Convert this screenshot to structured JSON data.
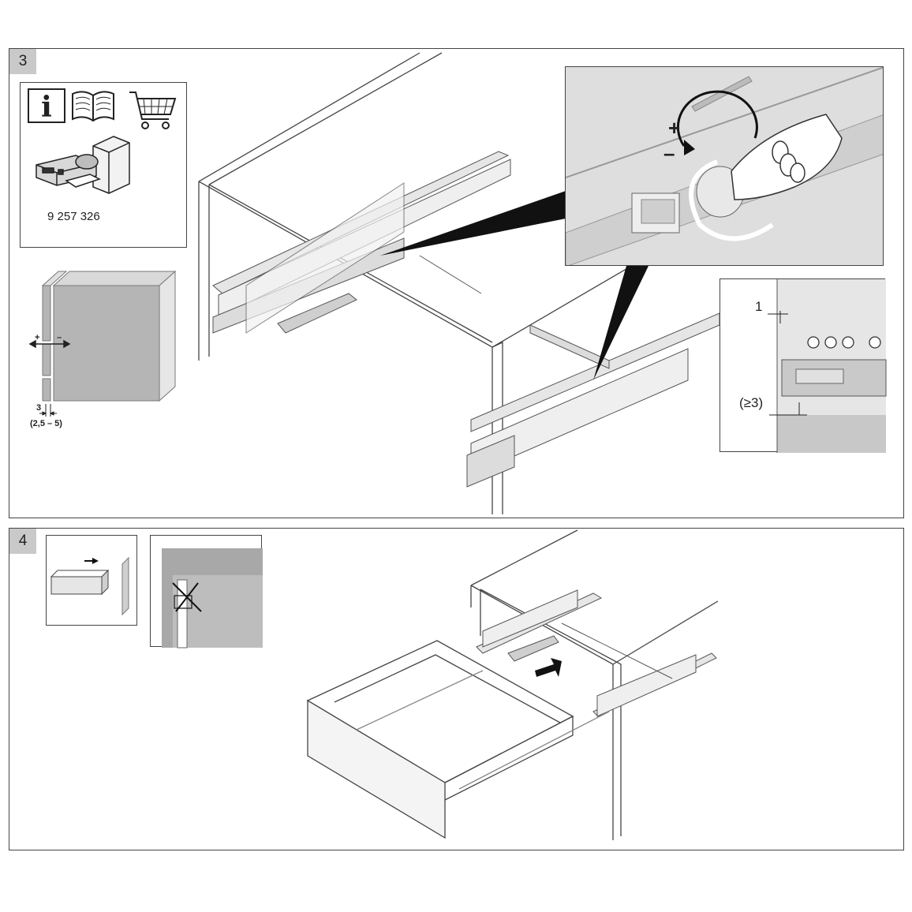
{
  "step3": {
    "number": "3",
    "info_box": {
      "article_number": "9 257 326"
    },
    "gap_detail": {
      "plus": "+",
      "minus": "–",
      "gap_value": "3",
      "gap_range": "(2,5 – 5)"
    },
    "adjust_detail": {
      "plus": "+",
      "minus": "–"
    },
    "setback_detail": {
      "top_value": "1",
      "bottom_value": "(≥3)"
    }
  },
  "step4": {
    "number": "4"
  }
}
